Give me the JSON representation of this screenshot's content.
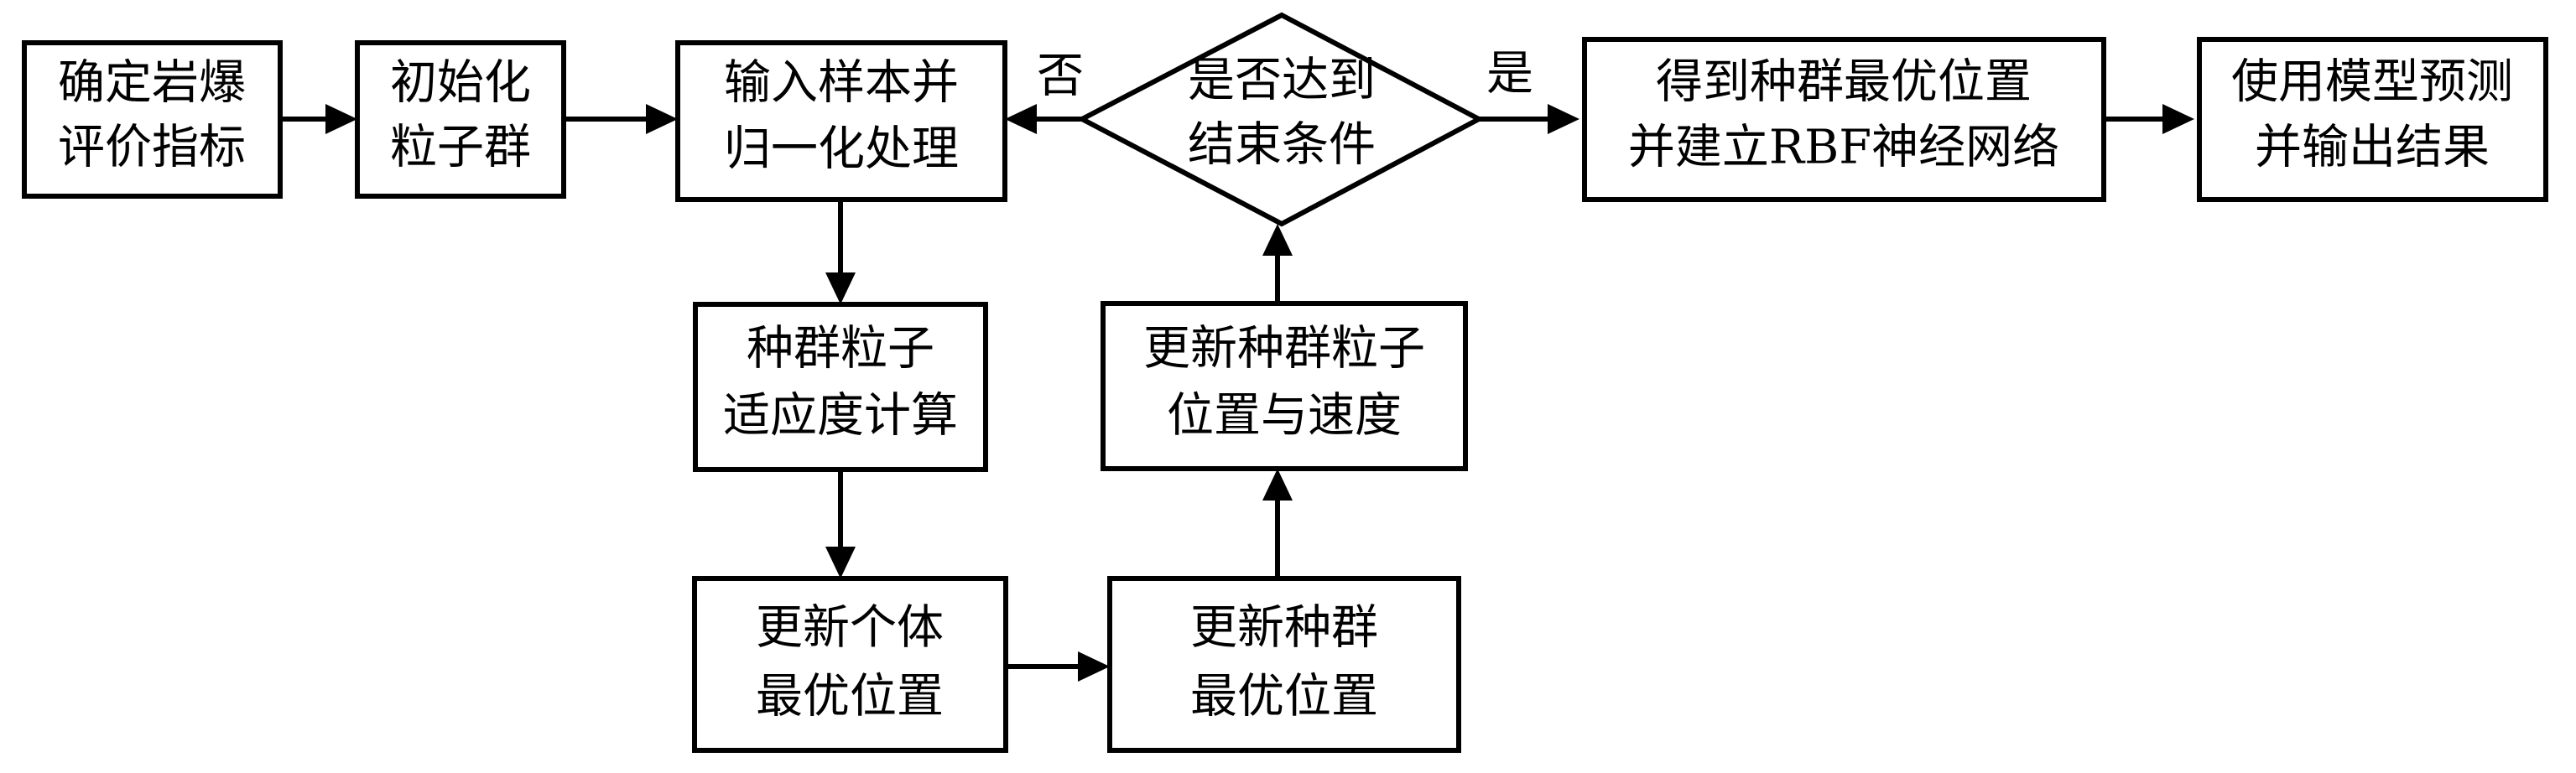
{
  "nodes": {
    "determine_indicators": [
      "确定岩爆",
      "评价指标"
    ],
    "init_particles": [
      "初始化",
      "粒子群"
    ],
    "input_normalize": [
      "输入样本并",
      "归一化处理"
    ],
    "fitness": [
      "种群粒子",
      "适应度计算"
    ],
    "update_individual_best": [
      "更新个体",
      "最优位置"
    ],
    "update_population_best": [
      "更新种群",
      "最优位置"
    ],
    "update_position_velocity": [
      "更新种群粒子",
      "位置与速度"
    ],
    "end_condition": [
      "是否达到",
      "结束条件"
    ],
    "build_rbf": [
      "得到种群最优位置",
      "并建立RBF神经网络"
    ],
    "predict_output": [
      "使用模型预测",
      "并输出结果"
    ]
  },
  "labels": {
    "no": "否",
    "yes": "是"
  }
}
